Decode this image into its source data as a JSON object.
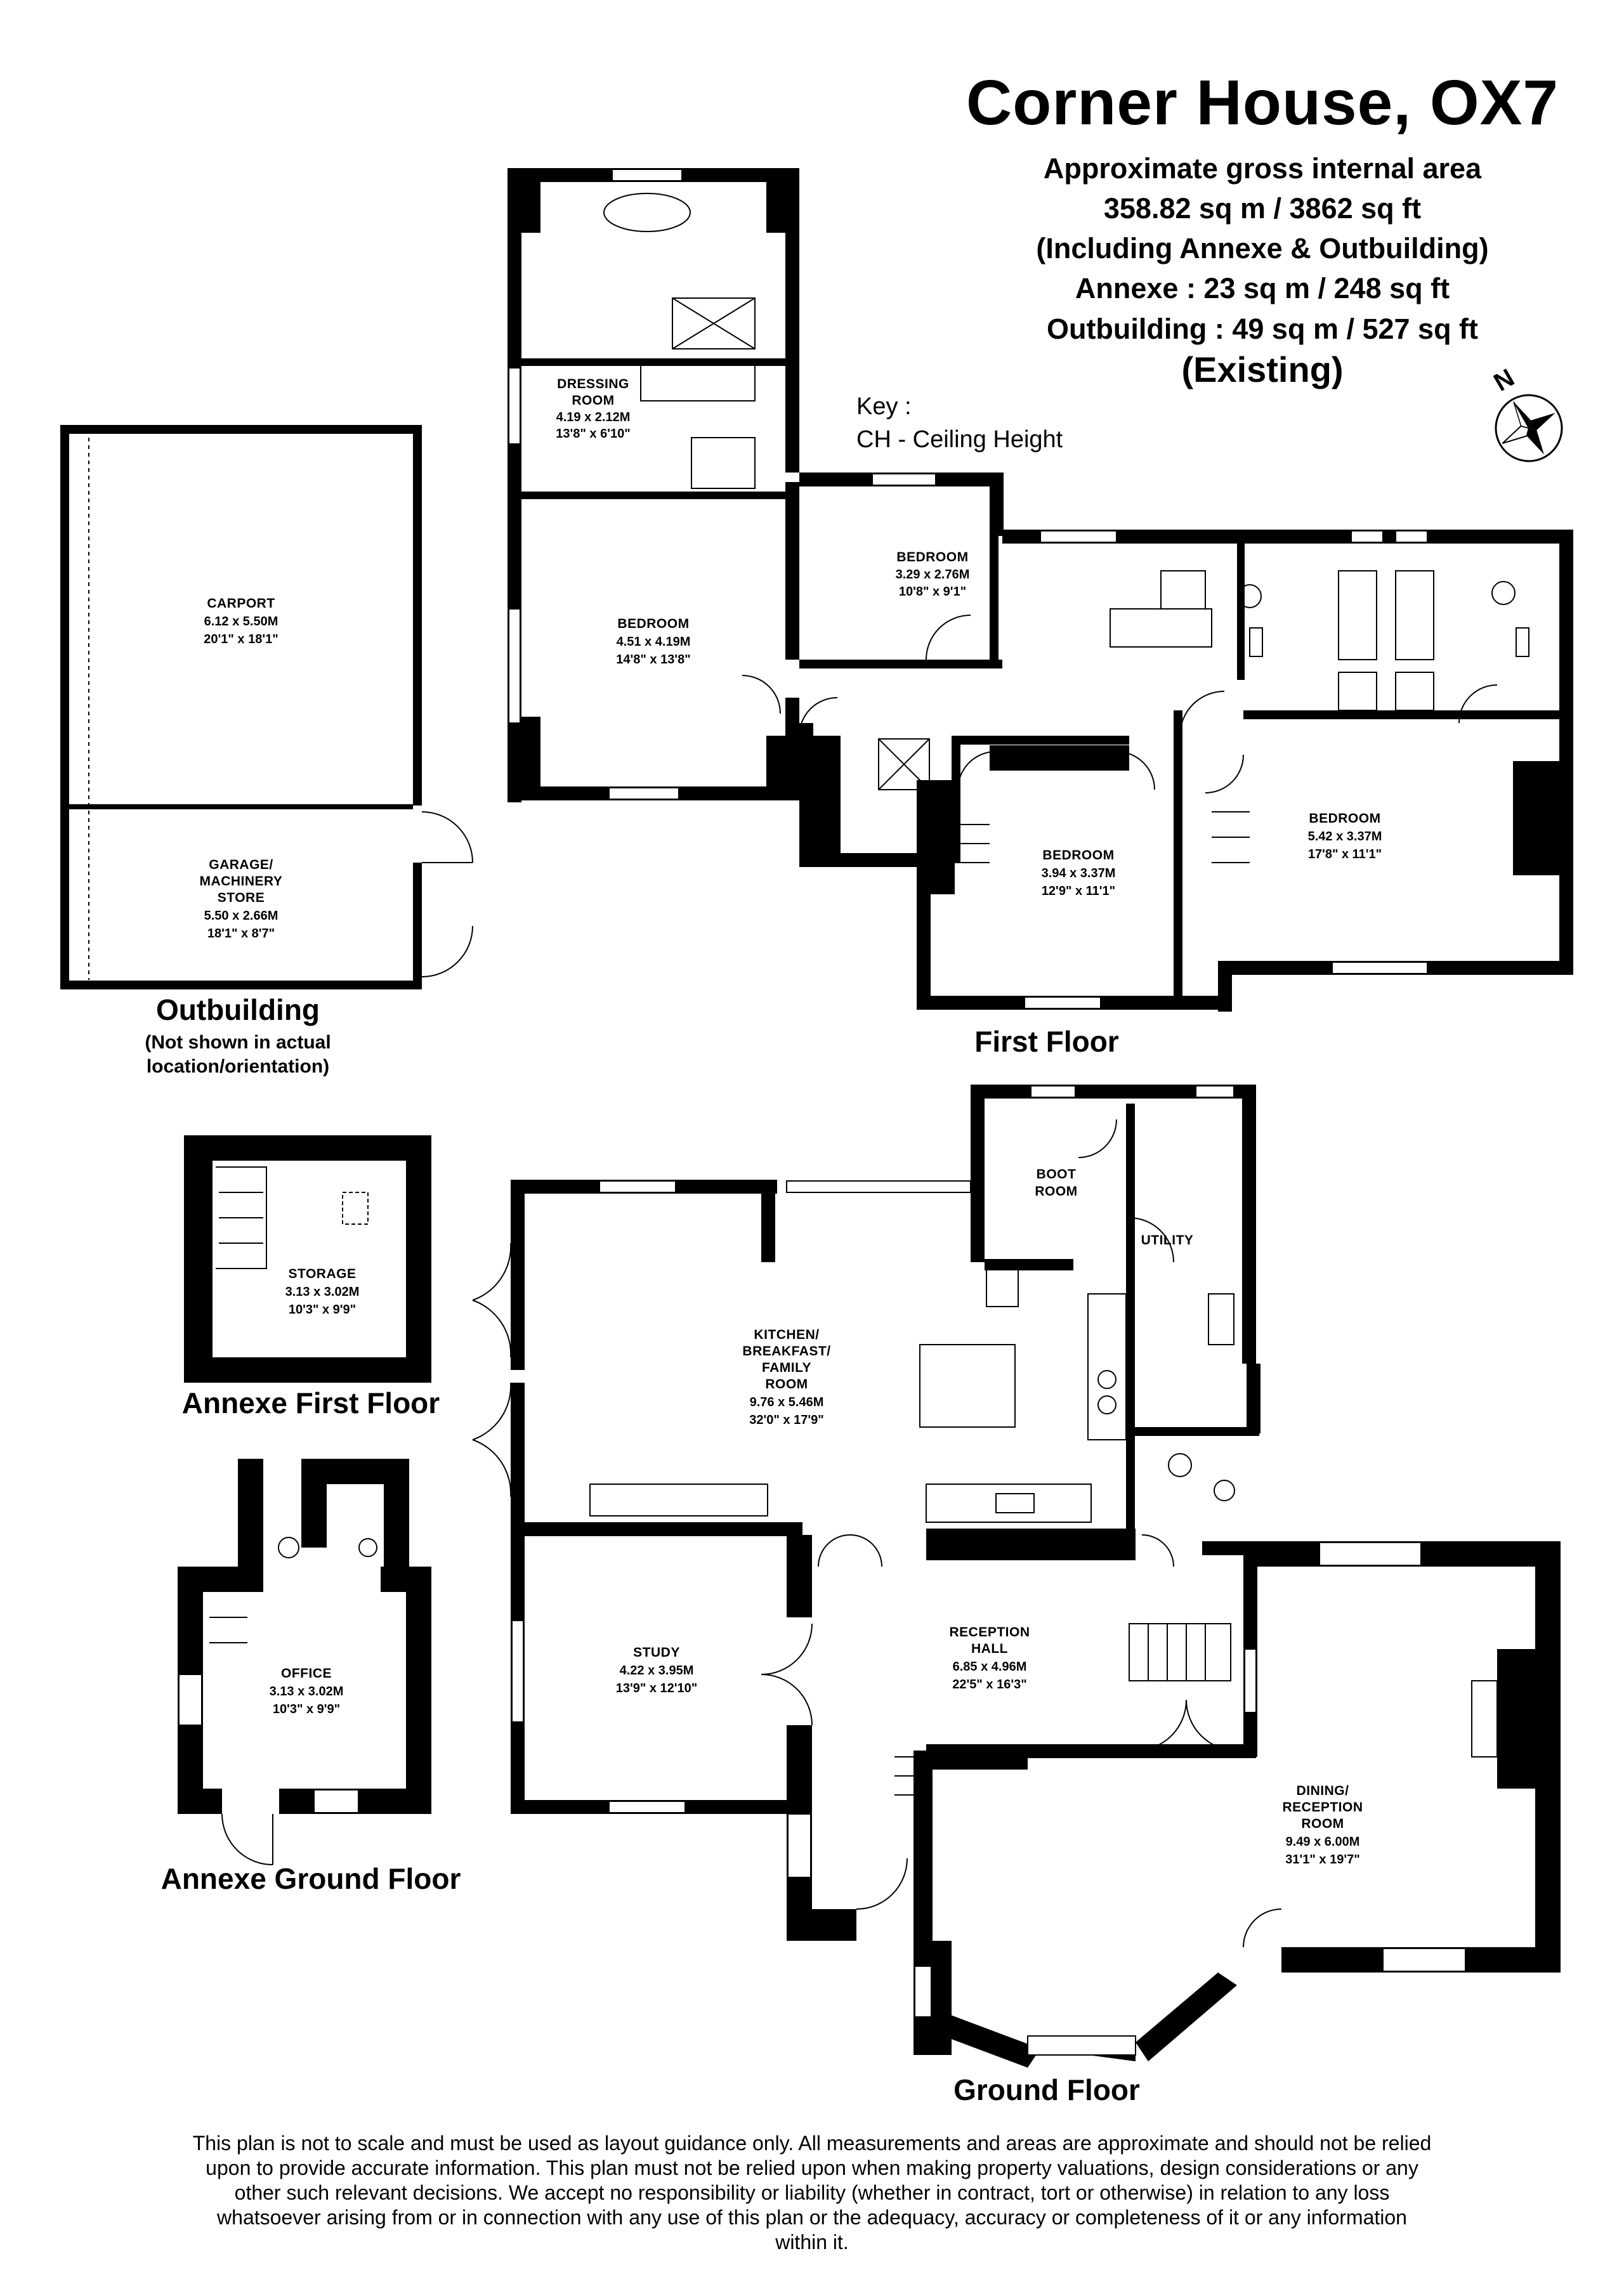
{
  "header": {
    "title": "Corner House, OX7",
    "area_heading": "Approximate gross internal area",
    "area_total": "358.82 sq m / 3862 sq ft",
    "area_note": "(Including Annexe & Outbuilding)",
    "annexe_area": "Annexe : 23 sq m / 248 sq ft",
    "outbuilding_area": "Outbuilding : 49 sq m / 527 sq ft",
    "status": "(Existing)"
  },
  "key": {
    "heading": "Key :",
    "entry": "CH - Ceiling Height"
  },
  "compass": {
    "label": "N",
    "icon": "compass-rose-icon"
  },
  "sections": {
    "first_floor": "First Floor",
    "ground_floor": "Ground Floor",
    "outbuilding": "Outbuilding",
    "outbuilding_note_1": "(Not shown in actual",
    "outbuilding_note_2": "location/orientation)",
    "annexe_first": "Annexe First Floor",
    "annexe_ground": "Annexe Ground Floor"
  },
  "rooms": {
    "dressing": {
      "name_1": "DRESSING",
      "name_2": "ROOM",
      "metric": "4.19 x 2.12M",
      "imperial": "13'8\" x 6'10\""
    },
    "bedroom_main": {
      "name": "BEDROOM",
      "metric": "4.51 x 4.19M",
      "imperial": "14'8\" x 13'8\""
    },
    "bedroom_small": {
      "name": "BEDROOM",
      "metric": "3.29 x 2.76M",
      "imperial": "10'8\" x 9'1\""
    },
    "bedroom_mid": {
      "name": "BEDROOM",
      "metric": "3.94 x 3.37M",
      "imperial": "12'9\" x 11'1\""
    },
    "bedroom_right": {
      "name": "BEDROOM",
      "metric": "5.42 x 3.37M",
      "imperial": "17'8\" x 11'1\""
    },
    "carport": {
      "name": "CARPORT",
      "metric": "6.12 x 5.50M",
      "imperial": "20'1\" x 18'1\""
    },
    "garage": {
      "name_1": "GARAGE/",
      "name_2": "MACHINERY",
      "name_3": "STORE",
      "metric": "5.50 x 2.66M",
      "imperial": "18'1\" x 8'7\""
    },
    "storage": {
      "name": "STORAGE",
      "metric": "3.13 x 3.02M",
      "imperial": "10'3\" x 9'9\""
    },
    "office": {
      "name": "OFFICE",
      "metric": "3.13 x 3.02M",
      "imperial": "10'3\" x 9'9\""
    },
    "kitchen": {
      "name_1": "KITCHEN/",
      "name_2": "BREAKFAST/",
      "name_3": "FAMILY",
      "name_4": "ROOM",
      "metric": "9.76 x 5.46M",
      "imperial": "32'0\" x 17'9\""
    },
    "boot": {
      "name_1": "BOOT",
      "name_2": "ROOM"
    },
    "utility": {
      "name": "UTILITY"
    },
    "study": {
      "name": "STUDY",
      "metric": "4.22 x 3.95M",
      "imperial": "13'9\" x 12'10\""
    },
    "reception_hall": {
      "name_1": "RECEPTION",
      "name_2": "HALL",
      "metric": "6.85 x 4.96M",
      "imperial": "22'5\" x 16'3\""
    },
    "dining": {
      "name_1": "DINING/",
      "name_2": "RECEPTION",
      "name_3": "ROOM",
      "metric": "9.49 x 6.00M",
      "imperial": "31'1\" x 19'7\""
    }
  },
  "disclaimer": "This plan is not to scale and must be used as layout guidance only. All measurements and areas are approximate and should not be relied upon to provide accurate information. This plan must not be relied upon when making property valuations, design considerations or any other such relevant decisions. We accept no responsibility or liability (whether in contract, tort or otherwise) in relation to any loss whatsoever arising from or in connection with any use of this plan or the adequacy, accuracy or completeness of it or any information within it."
}
